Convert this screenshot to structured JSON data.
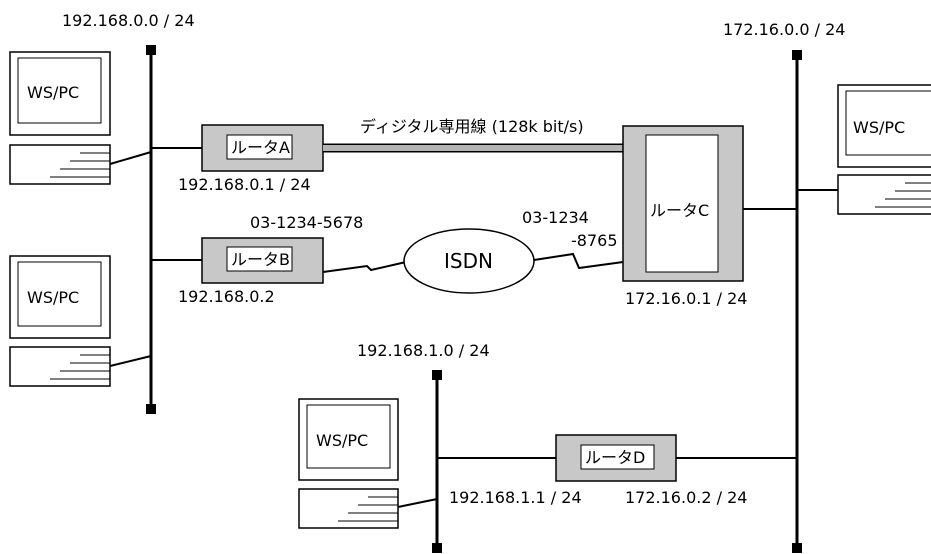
{
  "networks": {
    "lan_a": "192.168.0.0 / 24",
    "lan_c": "172.16.0.0 / 24",
    "lan_d": "192.168.1.0 / 24"
  },
  "hosts": {
    "ws1": "WS/PC",
    "ws2": "WS/PC",
    "ws3": "WS/PC",
    "ws4": "WS/PC"
  },
  "routers": {
    "a": {
      "name": "ルータA",
      "ip": "192.168.0.1 / 24"
    },
    "b": {
      "name": "ルータB",
      "ip": "192.168.0.2",
      "phone": "03-1234-5678"
    },
    "c": {
      "name": "ルータC",
      "ip": "172.16.0.1 / 24",
      "phone_line1": "03-1234",
      "phone_line2": "-8765"
    },
    "d": {
      "name": "ルータD",
      "ip_lan": "192.168.1.1 / 24",
      "ip_wan": "172.16.0.2 / 24"
    }
  },
  "links": {
    "leased_line": "ディジタル専用線 (128k bit/s)",
    "isdn": "ISDN"
  },
  "colors": {
    "router_fill": "#c8c8c8",
    "line": "#000000",
    "leased_line": "#b4b4b4"
  }
}
